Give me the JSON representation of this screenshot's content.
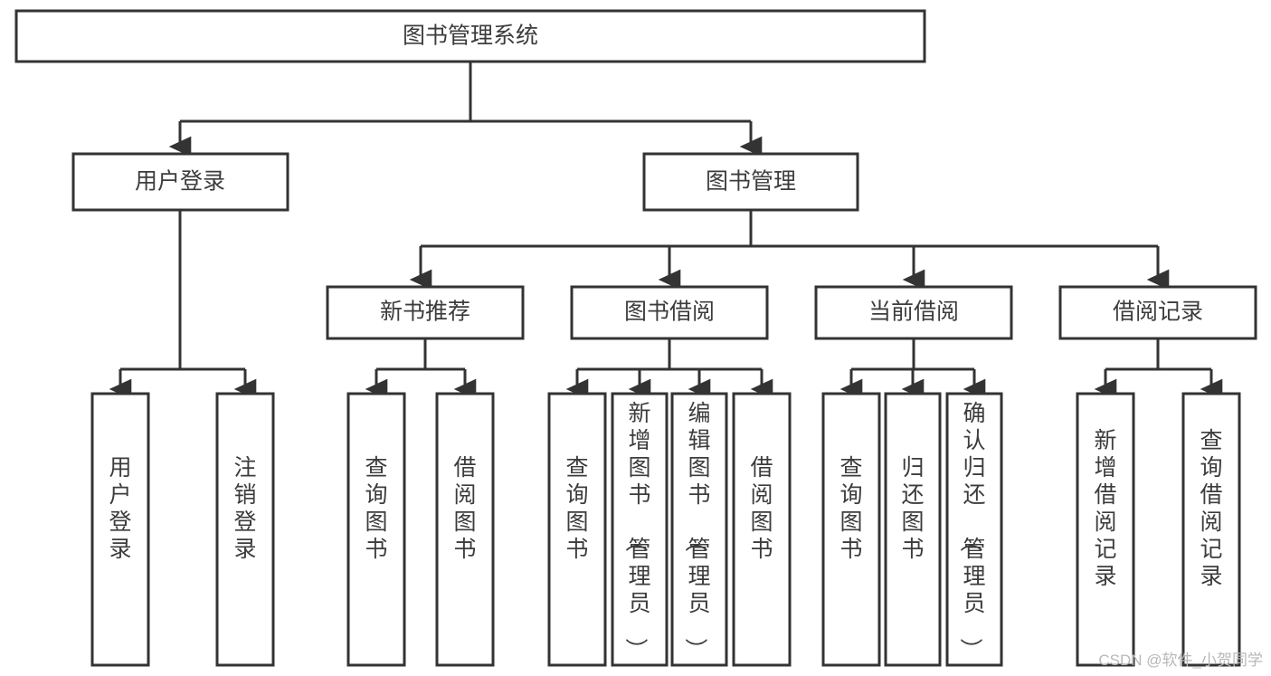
{
  "diagram": {
    "type": "tree-hierarchy-chart",
    "title": "图书管理系统",
    "colors": {
      "background": "#ffffff",
      "box_stroke": "#333333",
      "text": "#3c3c3c",
      "connector": "#333333",
      "watermark": "#b8b8b8"
    },
    "levels": {
      "root": {
        "label": "图书管理系统"
      },
      "level2": [
        {
          "label": "用户登录"
        },
        {
          "label": "图书管理"
        }
      ],
      "level3": [
        {
          "label": "新书推荐"
        },
        {
          "label": "图书借阅"
        },
        {
          "label": "当前借阅"
        },
        {
          "label": "借阅记录"
        }
      ]
    },
    "groups": [
      {
        "parent": "用户登录",
        "leaves": [
          "用户登录",
          "注销登录"
        ]
      },
      {
        "parent": "新书推荐",
        "leaves": [
          "查询图书",
          "借阅图书"
        ]
      },
      {
        "parent": "图书借阅",
        "leaves": [
          "查询图书",
          "新增图书（管理员）",
          "编辑图书（管理员）",
          "借阅图书"
        ]
      },
      {
        "parent": "当前借阅",
        "leaves": [
          "查询图书",
          "归还图书",
          "确认归还（管理员）"
        ]
      },
      {
        "parent": "借阅记录",
        "leaves": [
          "新增借阅记录",
          "查询借阅记录"
        ]
      }
    ],
    "leaf_nodes": [
      {
        "id": "leaf-1",
        "label": "用户登录"
      },
      {
        "id": "leaf-2",
        "label": "注销登录"
      },
      {
        "id": "leaf-3",
        "label": "查询图书"
      },
      {
        "id": "leaf-4",
        "label": "借阅图书"
      },
      {
        "id": "leaf-5",
        "label": "查询图书"
      },
      {
        "id": "leaf-6",
        "label": "新增图书（管理员）"
      },
      {
        "id": "leaf-7",
        "label": "编辑图书（管理员）"
      },
      {
        "id": "leaf-8",
        "label": "借阅图书"
      },
      {
        "id": "leaf-9",
        "label": "查询图书"
      },
      {
        "id": "leaf-10",
        "label": "归还图书"
      },
      {
        "id": "leaf-11",
        "label": "确认归还（管理员）"
      },
      {
        "id": "leaf-12",
        "label": "新增借阅记录"
      },
      {
        "id": "leaf-13",
        "label": "查询借阅记录"
      }
    ],
    "watermark": "CSDN @软件_小贺同学"
  }
}
